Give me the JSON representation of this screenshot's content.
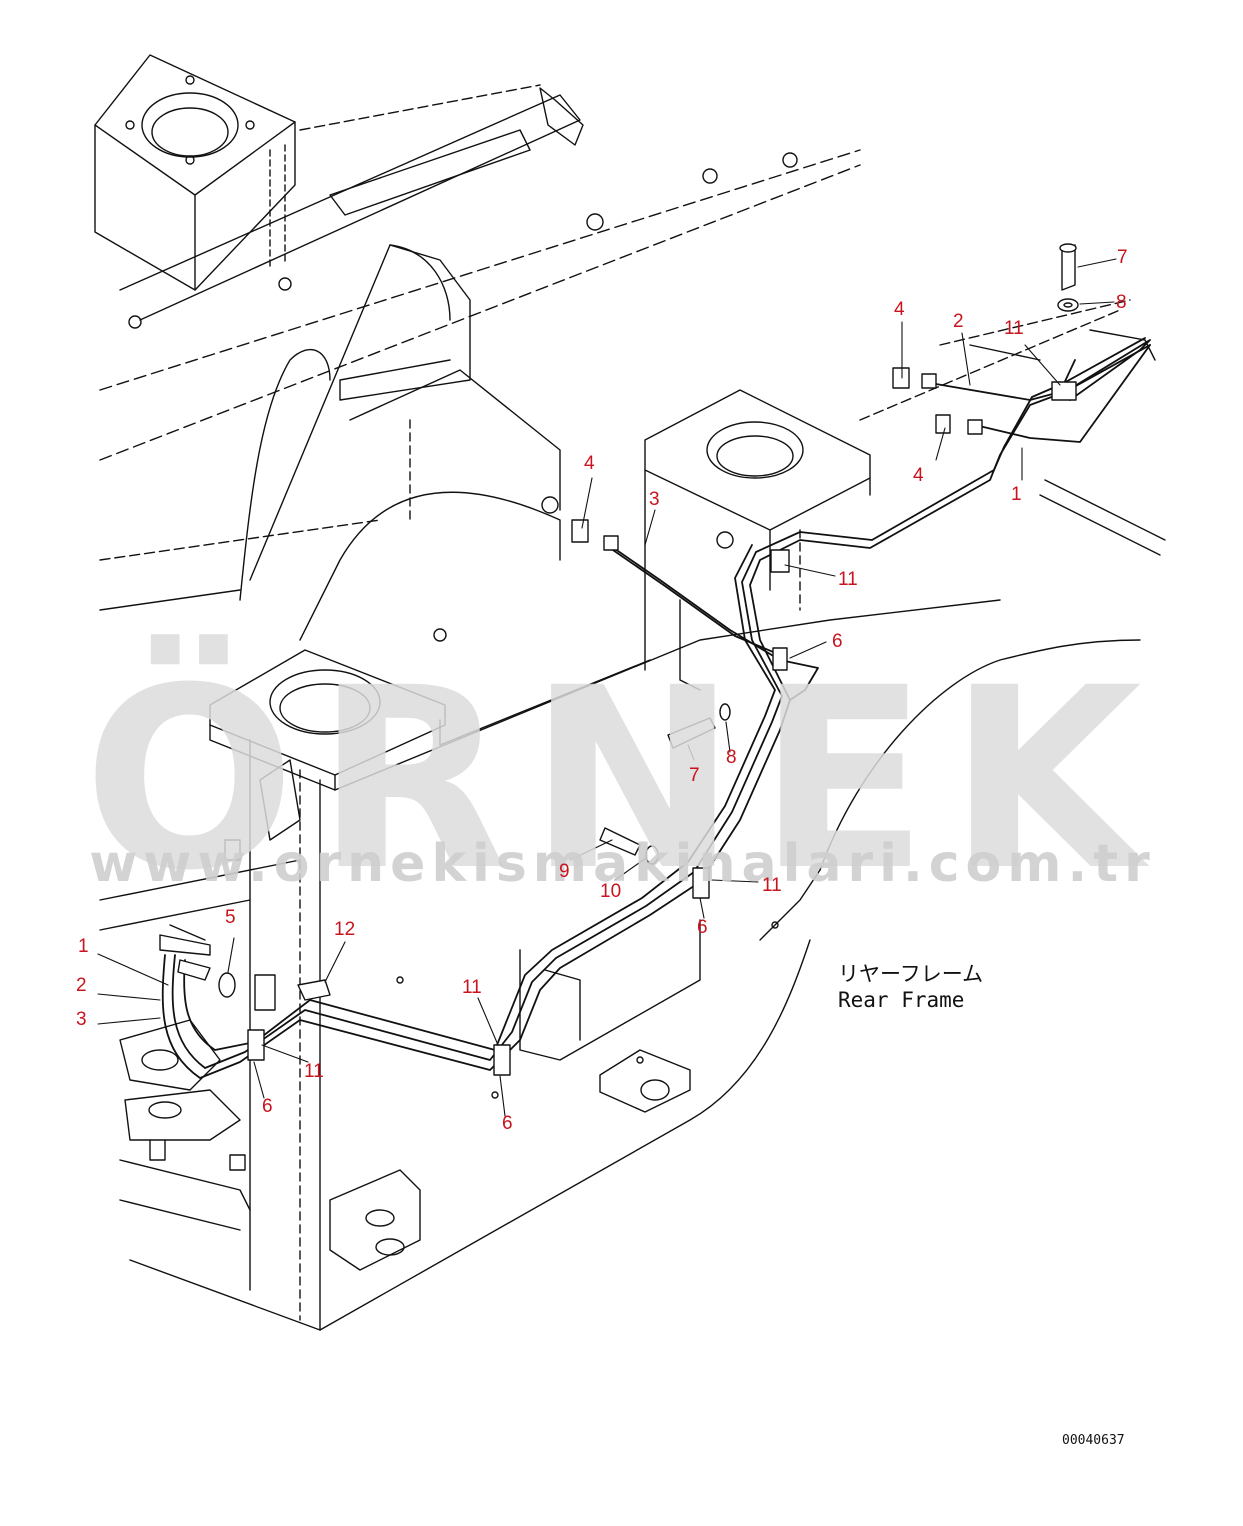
{
  "watermark": {
    "brand": "ÖRNEK",
    "url": "www.ornekismakinalari.com.tr"
  },
  "labels": {
    "frame_jp": "リヤーフレーム",
    "frame_en": "Rear Frame",
    "drawing_no": "00040637"
  },
  "callouts": [
    "7",
    "8",
    "4",
    "2",
    "11",
    "4",
    "1",
    "4",
    "3",
    "11",
    "6",
    "7",
    "8",
    "9",
    "10",
    "11",
    "6",
    "5",
    "12",
    "1",
    "2",
    "3",
    "11",
    "11",
    "6",
    "6"
  ],
  "colors": {
    "callout": "#c8141e",
    "line": "#111111",
    "watermark": "#dcdcdc",
    "accent": "#f0c000"
  }
}
